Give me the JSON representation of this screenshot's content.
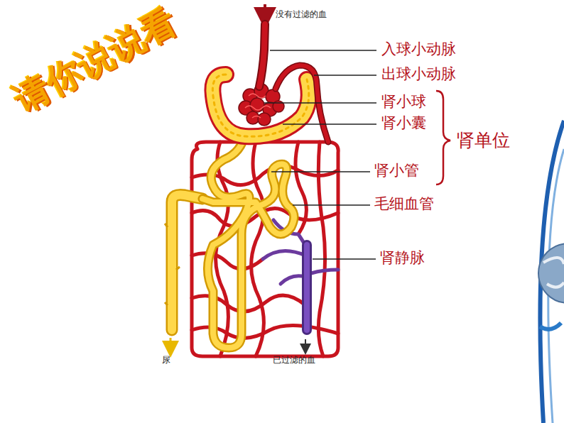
{
  "diagram": {
    "title": "请你说说看",
    "labels": [
      "没有过滤的血",
      "入球小动脉",
      "出球小动脉",
      "肾小球",
      "肾小囊",
      "肾单位",
      "肾小管",
      "毛细血管",
      "肾静脉",
      "尿",
      "已过滤的血"
    ]
  }
}
